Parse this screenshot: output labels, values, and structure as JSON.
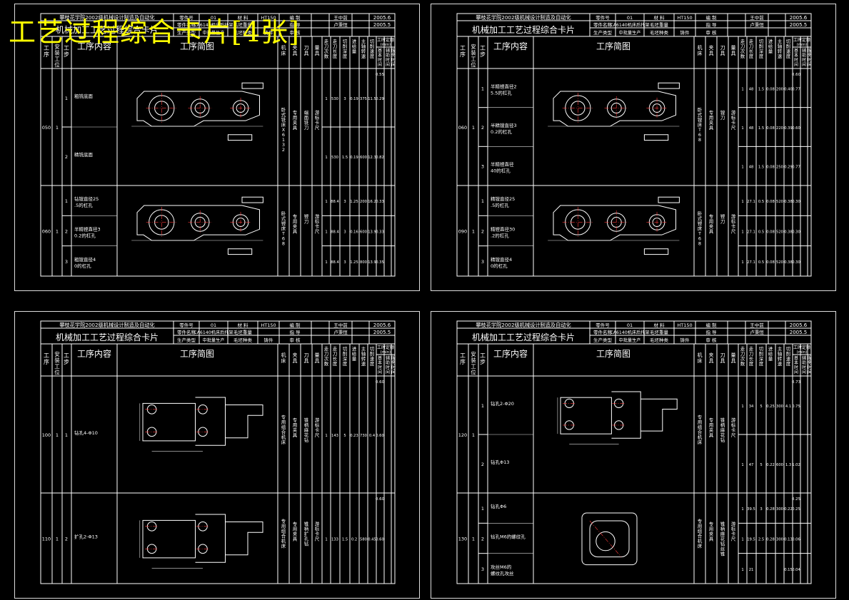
{
  "overlay_title": "工艺过程综合卡片[4张]",
  "header": {
    "school": "攀枝花学院2002级机械设计制造及自动化",
    "card_title": "机械加工工艺过程综合卡片",
    "part_no_label": "零件号",
    "part_no": "01",
    "material_label": "材 料",
    "material": "HT150",
    "compiled_label": "编 制",
    "compiled_by": "王中前",
    "compiled_date": "2005.6",
    "part_name_label": "零件名称",
    "part_name": "CA6140机床后托架",
    "blank_weight_label": "毛坯重量",
    "guide_label": "指 导",
    "guide_by": "卢秉恒",
    "guide_date": "2005.5",
    "production_label": "生产类型",
    "production": "中批量生产",
    "blank_type_label": "毛坯种类",
    "blank_type": "铸件",
    "review_label": "审 核"
  },
  "columns": {
    "proc": "工序",
    "install": "安装工位",
    "step": "工步",
    "content": "工序内容",
    "sketch": "工序简图",
    "machine": "机床",
    "fixture": "夹具",
    "cutter": "刀具",
    "gauge": "量具",
    "passes": "走刀次数",
    "length": "走刀长度",
    "depth": "切削深度",
    "feed": "进给量",
    "speed": "主轴转速",
    "cutspeed": "切削速度",
    "quota": "工时定额",
    "quota_unit": "(min)",
    "basic": "基本时间",
    "aux": "辅助时间",
    "service": "服务时间"
  },
  "cards": [
    {
      "name": "card-1",
      "ops": [
        {
          "proc": "050",
          "install": "1",
          "steps": [
            {
              "no": "1",
              "text": "粗铣底面",
              "vals": [
                "1",
                "530",
                "3",
                "0.19",
                "375",
                "11.5",
                "0.29"
              ]
            },
            {
              "no": "2",
              "text": "精铣底面",
              "vals": [
                "1",
                "530",
                "1.5",
                "0.19",
                "600",
                "12.3",
                "0.82"
              ]
            }
          ],
          "machine": "卧式铣床X6132",
          "fixture": "专用夹具",
          "cutter": "端面铣刀",
          "gauge": "游标卡尺",
          "op_time": "0.55"
        },
        {
          "proc": "060",
          "install": "1",
          "steps": [
            {
              "no": "1",
              "text": "钻镗直径25.5的杠孔",
              "vals": [
                "1",
                "88.4",
                "3",
                "1.25",
                "200",
                "16.2",
                "0.33"
              ]
            },
            {
              "no": "2",
              "text": "半精镗直径30.2的杠孔",
              "vals": [
                "1",
                "88.4",
                "3",
                "0.16",
                "600",
                "13.9",
                "0.33"
              ]
            },
            {
              "no": "3",
              "text": "粗镗直径40的杠孔",
              "vals": [
                "1",
                "88.4",
                "3",
                "1.25",
                "800",
                "13.9",
                "0.35"
              ]
            }
          ],
          "machine": "卧式镗床T68",
          "fixture": "专用夹具",
          "cutter": "镗刀",
          "gauge": "游标卡尺",
          "op_time": ""
        }
      ]
    },
    {
      "name": "card-2",
      "ops": [
        {
          "proc": "060",
          "install": "1",
          "steps": [
            {
              "no": "1",
              "text": "半精镗直径25.5的杠孔",
              "vals": [
                "1",
                "48",
                "1.5",
                "0.08",
                "200",
                "0.40",
                "0.77"
              ]
            },
            {
              "no": "2",
              "text": "半精镗直径30.2的杠孔",
              "vals": [
                "1",
                "48",
                "1.5",
                "0.08",
                "220",
                "0.39",
                "0.60"
              ]
            },
            {
              "no": "3",
              "text": "半精镗直径40的杠孔",
              "vals": [
                "1",
                "48",
                "1.5",
                "0.08",
                "250",
                "0.29",
                "0.77"
              ]
            }
          ],
          "machine": "卧式镗床T68",
          "fixture": "专用夹具",
          "cutter": "镗刀",
          "gauge": "游标卡尺",
          "op_time": "0.60"
        },
        {
          "proc": "090",
          "install": "1",
          "steps": [
            {
              "no": "1",
              "text": "精镗直径25.5的杠孔",
              "vals": [
                "1",
                "27.1",
                "0.5",
                "0.08",
                "520",
                "0.38",
                "0.30"
              ]
            },
            {
              "no": "2",
              "text": "精镗直径30.2的杠孔",
              "vals": [
                "1",
                "27.1",
                "0.5",
                "0.08",
                "520",
                "0.38",
                "0.30"
              ]
            },
            {
              "no": "3",
              "text": "精镗直径40的杠孔",
              "vals": [
                "1",
                "27.1",
                "0.5",
                "0.08",
                "520",
                "0.38",
                "0.30"
              ]
            }
          ],
          "machine": "卧式镗床T68",
          "fixture": "专用夹具",
          "cutter": "镗刀",
          "gauge": "游标卡尺",
          "op_time": ""
        }
      ]
    },
    {
      "name": "card-3",
      "ops": [
        {
          "proc": "100",
          "install": "1",
          "steps": [
            {
              "no": "1",
              "text": "钻孔4-Φ10",
              "vals": [
                "1",
                "143",
                "5",
                "0.23",
                "730",
                "0.4",
                "0.60"
              ]
            }
          ],
          "machine": "专用组合机床",
          "fixture": "专用夹具",
          "cutter": "锥柄麻花钻",
          "gauge": "游标卡尺",
          "op_time": "0.60"
        },
        {
          "proc": "110",
          "install": "1",
          "steps": [
            {
              "no": "2",
              "text": "扩孔2-Φ13",
              "vals": [
                "1",
                "133",
                "1.5",
                "0.2",
                "580",
                "0.45",
                "0.60"
              ]
            }
          ],
          "machine": "专用组合机床",
          "fixture": "专用夹具",
          "cutter": "锥柄扩孔钻",
          "gauge": "游标卡尺",
          "op_time": "0.60"
        }
      ]
    },
    {
      "name": "card-4",
      "ops": [
        {
          "proc": "120",
          "install": "1",
          "steps": [
            {
              "no": "1",
              "text": "钻孔2-Φ20",
              "vals": [
                "1",
                "34",
                "5",
                "0.25",
                "300",
                "4.1",
                "0.75"
              ]
            },
            {
              "no": "2",
              "text": "钻孔Φ13",
              "vals": [
                "1",
                "47",
                "5",
                "0.22",
                "600",
                "1.3",
                "1.02"
              ]
            }
          ],
          "machine": "专用组合机床",
          "fixture": "专用夹具",
          "cutter": "锥柄麻花钻",
          "gauge": "游标卡尺",
          "op_time": "0.73"
        },
        {
          "proc": "130",
          "install": "1",
          "steps": [
            {
              "no": "1",
              "text": "钻孔Φ6",
              "vals": [
                "1",
                "39.5",
                "3",
                "0.28",
                "300",
                "0.22",
                "0.25"
              ]
            },
            {
              "no": "2",
              "text": "钻孔M6的螺纹孔",
              "vals": [
                "1",
                "19.5",
                "2.5",
                "0.28",
                "300",
                "0.13",
                "0.06"
              ]
            },
            {
              "no": "3",
              "text": "攻丝M6的螺纹孔攻丝",
              "vals": [
                "1",
                "21",
                "",
                "",
                "",
                "0.15",
                "0.04"
              ]
            }
          ],
          "machine": "专用组合机床",
          "fixture": "专用夹具",
          "cutter": "锥柄麻花钻丝锥",
          "gauge": "游标卡尺",
          "op_time": "0.25"
        }
      ]
    }
  ]
}
